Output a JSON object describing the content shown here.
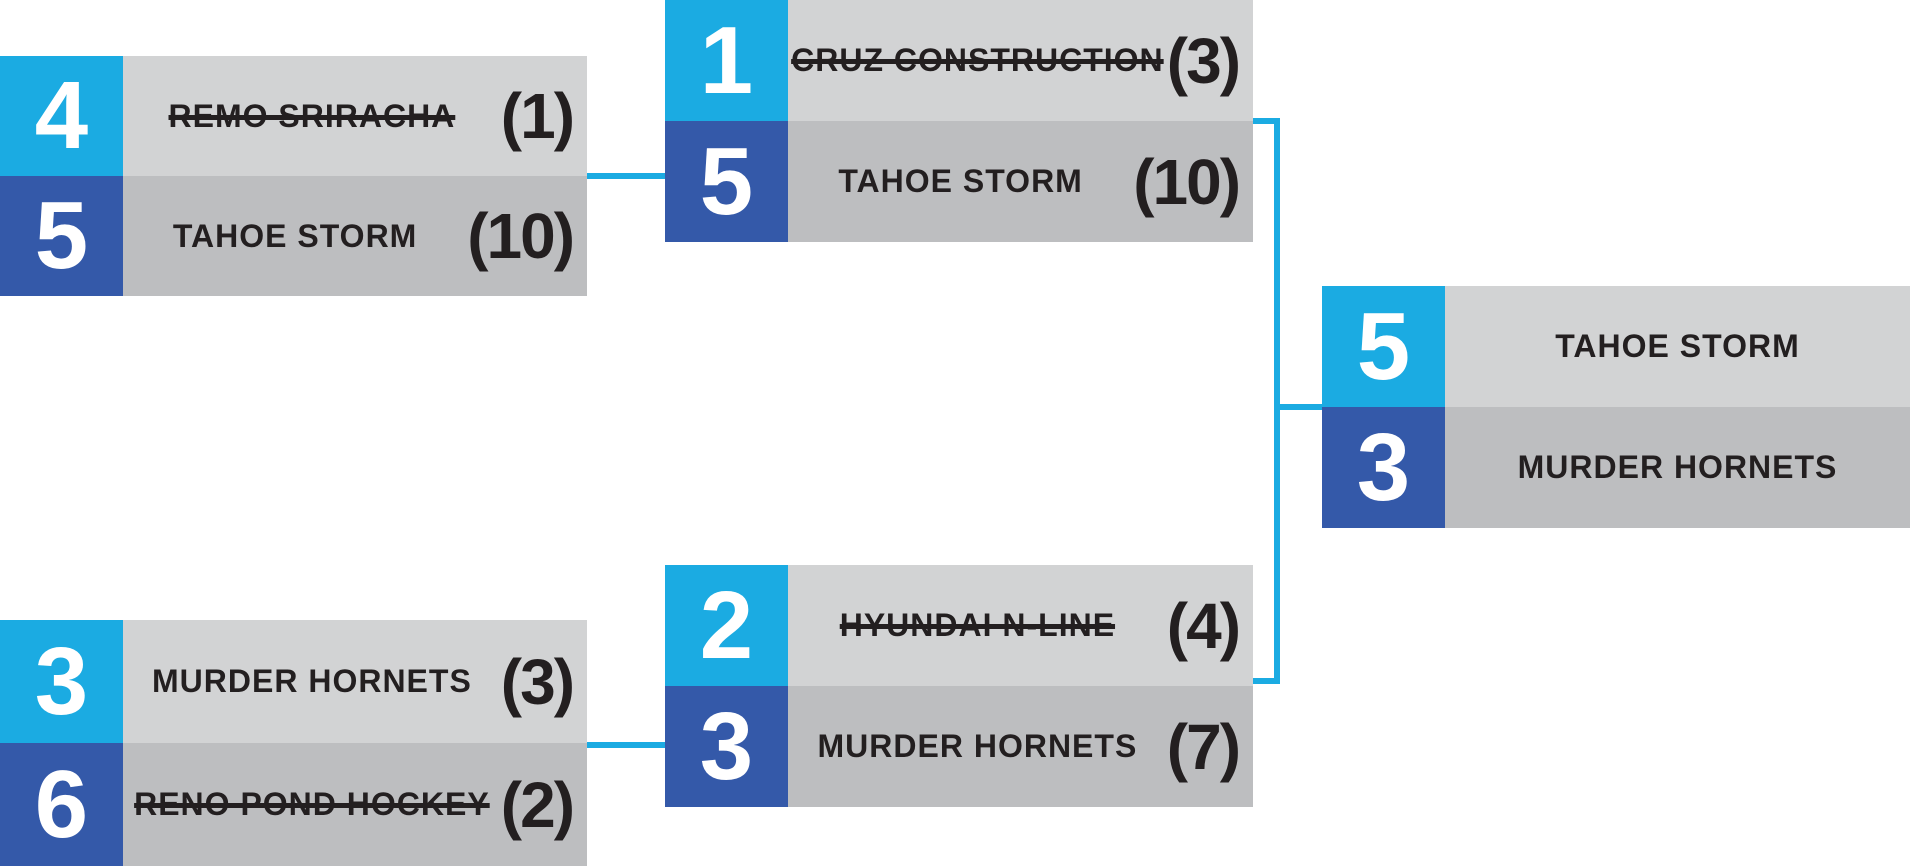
{
  "colors": {
    "cyan": "#1BABE2",
    "blue": "#3459A9",
    "row_light": "#D2D3D4",
    "row_dark": "#BDBEC0",
    "text": "#231F20",
    "seed_text": "#FFFFFF",
    "connector": "#1BABE2"
  },
  "matches": {
    "semi_top": {
      "teams": [
        {
          "seed": "4",
          "name": "REMO SRIRACHA",
          "score": "(1)",
          "eliminated": true
        },
        {
          "seed": "5",
          "name": "TAHOE STORM",
          "score": "(10)",
          "eliminated": false
        }
      ]
    },
    "semi_bottom": {
      "teams": [
        {
          "seed": "3",
          "name": "MURDER HORNETS",
          "score": "(3)",
          "eliminated": false
        },
        {
          "seed": "6",
          "name": "RENO POND HOCKEY",
          "score": "(2)",
          "eliminated": true
        }
      ]
    },
    "round2_top": {
      "teams": [
        {
          "seed": "1",
          "name": "CRUZ CONSTRUCTION",
          "score": "(3)",
          "eliminated": true
        },
        {
          "seed": "5",
          "name": "TAHOE STORM",
          "score": "(10)",
          "eliminated": false
        }
      ]
    },
    "round2_bottom": {
      "teams": [
        {
          "seed": "2",
          "name": "HYUNDAI N-LINE",
          "score": "(4)",
          "eliminated": true
        },
        {
          "seed": "3",
          "name": "MURDER HORNETS",
          "score": "(7)",
          "eliminated": false
        }
      ]
    },
    "final": {
      "teams": [
        {
          "seed": "5",
          "name": "TAHOE STORM",
          "score": "",
          "eliminated": false
        },
        {
          "seed": "3",
          "name": "MURDER HORNETS",
          "score": "",
          "eliminated": false
        }
      ]
    }
  }
}
